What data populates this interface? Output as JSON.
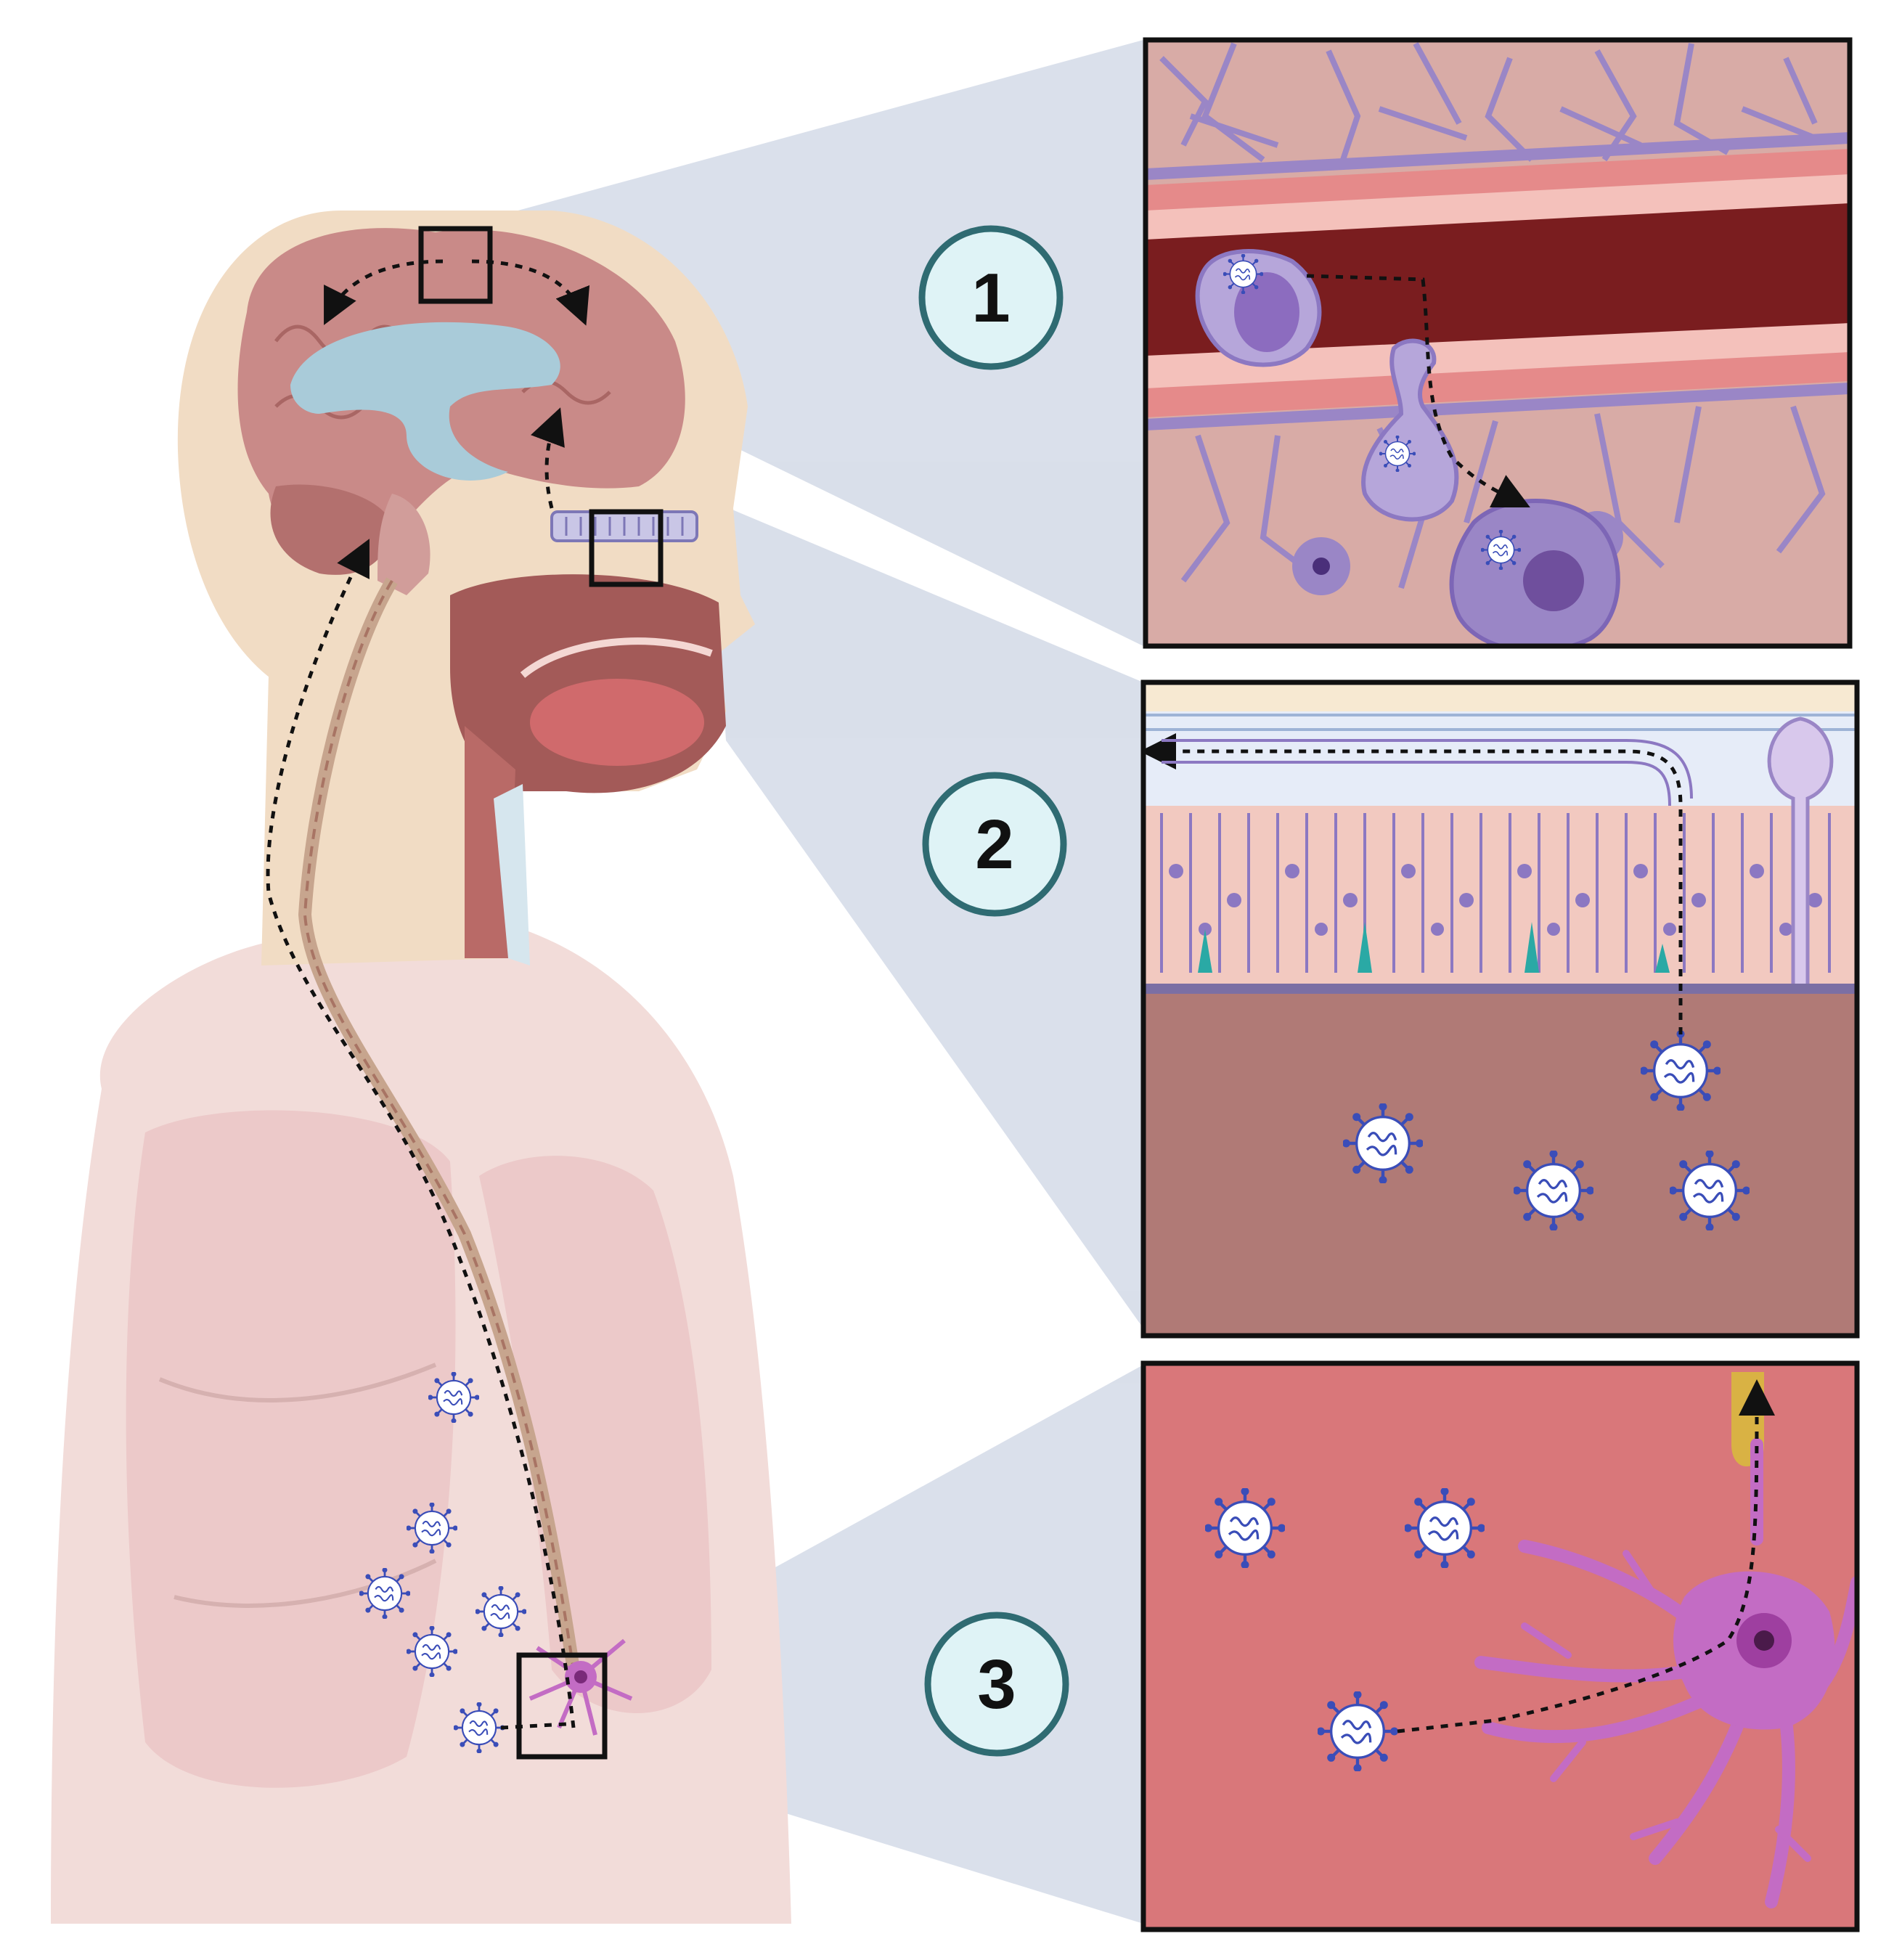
{
  "figure": {
    "panels": [
      {
        "id": "1",
        "label": "1",
        "content": "blood-brain-barrier"
      },
      {
        "id": "2",
        "label": "2",
        "content": "olfactory-epithelium"
      },
      {
        "id": "3",
        "label": "3",
        "content": "vagus-nerve-lung"
      }
    ]
  },
  "colors": {
    "skin": "#f1dcc4",
    "brain": "#c98a88",
    "ventricle": "#a9cbd9",
    "lung": "#ecc9c9",
    "callout": "#cdd5e4",
    "vessel_blood": "#7a1d1f",
    "vessel_wall": "#e58a8a",
    "astrocyte": "#9a86c6",
    "tissue_pink": "#d8aba6",
    "lamina": "#b07a76",
    "epithelium": "#f2c9c0",
    "lung_tissue": "#d9777a",
    "neuron": "#c36cc4",
    "virus": "#3a4db8",
    "badge_fill": "#dff3f6",
    "badge_stroke": "#2f6b72"
  }
}
